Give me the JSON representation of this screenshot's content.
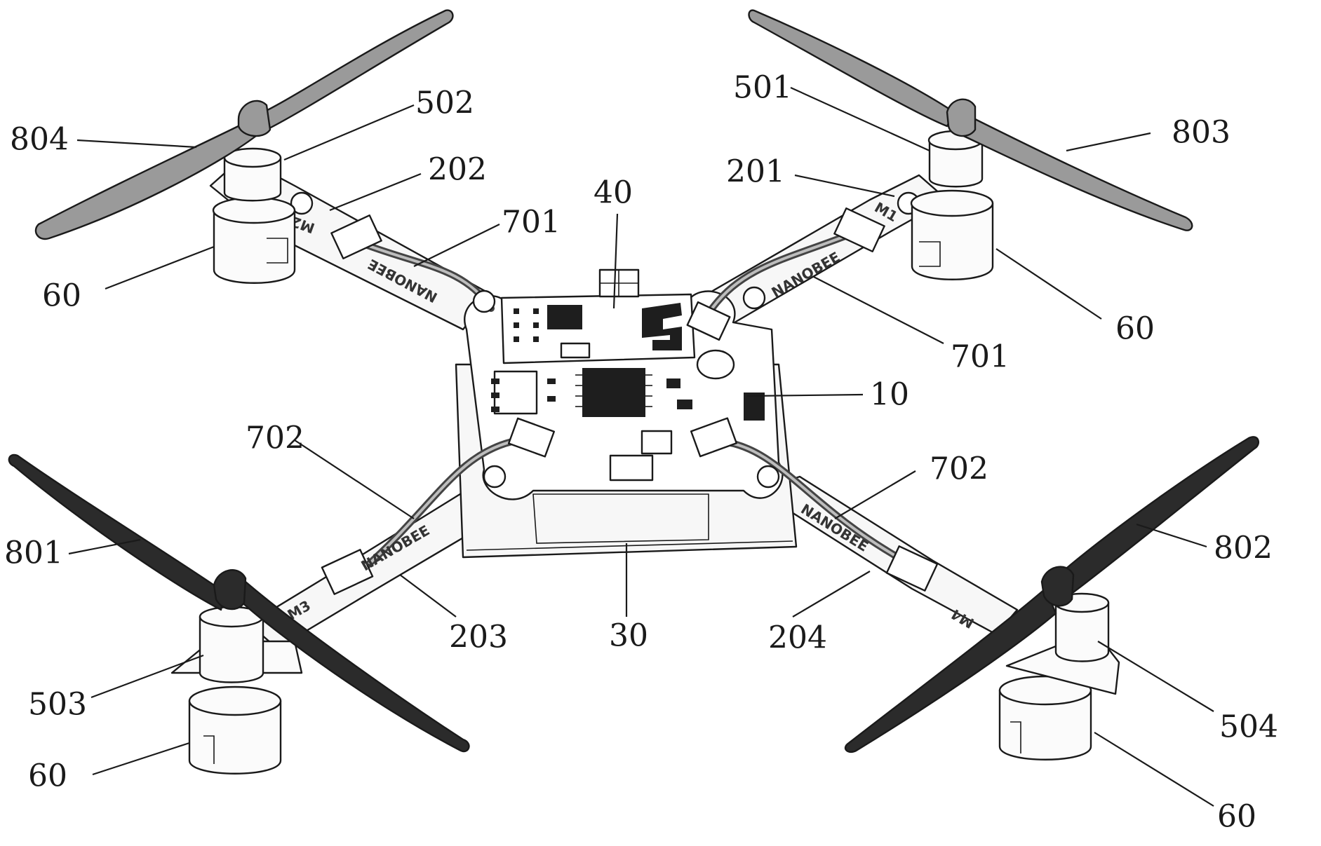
{
  "labels": {
    "l804": "804",
    "l502": "502",
    "l202": "202",
    "l701a": "701",
    "l40": "40",
    "l60a": "60",
    "l501": "501",
    "l803": "803",
    "l201": "201",
    "l60b": "60",
    "l701b": "701",
    "l10": "10",
    "l702a": "702",
    "l702b": "702",
    "l801": "801",
    "l802": "802",
    "l203": "203",
    "l30": "30",
    "l204": "204",
    "l503": "503",
    "l504": "504",
    "l60c": "60",
    "l60d": "60"
  },
  "silkscreen": {
    "m1": "M1",
    "m2": "M2",
    "m3": "M3",
    "m4": "M4",
    "brand_a": "NANOBEE",
    "brand_b": "NANOBEE",
    "brand_c": "NANOBEE",
    "brand_d": "NANOBEE"
  }
}
